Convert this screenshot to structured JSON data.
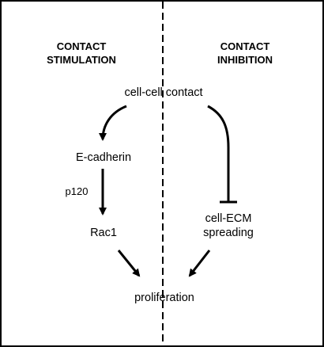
{
  "headings": {
    "left_line1": "CONTACT",
    "left_line2": "STIMULATION",
    "right_line1": "CONTACT",
    "right_line2": "INHIBITION"
  },
  "nodes": {
    "cell_cell_contact": "cell-cell contact",
    "e_cadherin": "E-cadherin",
    "p120": "p120",
    "rac1": "Rac1",
    "cell_ecm_line1": "cell-ECM",
    "cell_ecm_line2": "spreading",
    "proliferation": "proliferation"
  },
  "colors": {
    "ink": "#000000",
    "background": "#ffffff"
  }
}
